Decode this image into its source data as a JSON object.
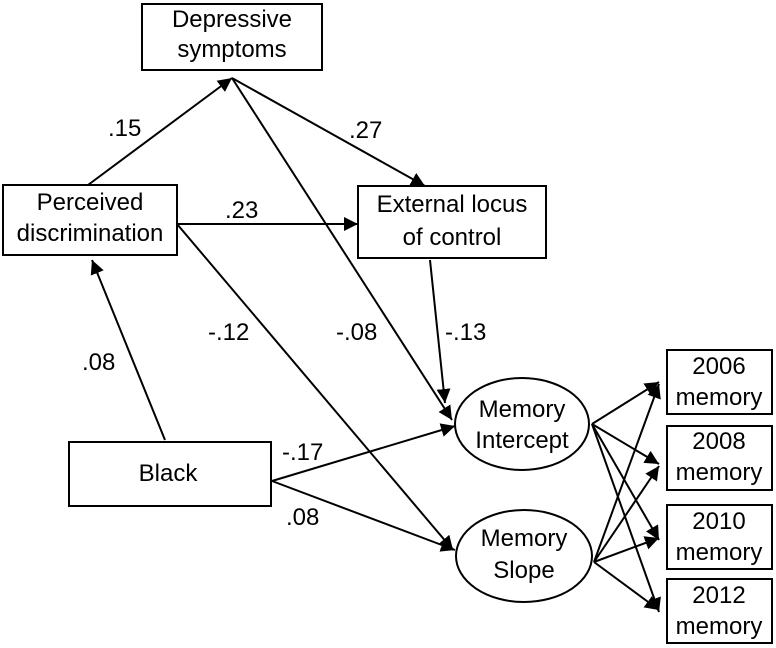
{
  "nodes": {
    "depressive": {
      "line1": "Depressive",
      "line2": "symptoms"
    },
    "perceived": {
      "line1": "Perceived",
      "line2": "discrimination"
    },
    "external": {
      "line1": "External locus",
      "line2": "of control"
    },
    "black": {
      "line1": "Black"
    },
    "intercept": {
      "line1": "Memory",
      "line2": "Intercept"
    },
    "slope": {
      "line1": "Memory",
      "line2": "Slope"
    },
    "m2006": {
      "line1": "2006",
      "line2": "memory"
    },
    "m2008": {
      "line1": "2008",
      "line2": "memory"
    },
    "m2010": {
      "line1": "2010",
      "line2": "memory"
    },
    "m2012": {
      "line1": "2012",
      "line2": "memory"
    }
  },
  "coefficients": {
    "perceived_to_depressive": ".15",
    "depressive_to_external": ".27",
    "perceived_to_external": ".23",
    "black_to_perceived": ".08",
    "perceived_to_slope": "-.12",
    "depressive_to_intercept": "-.08",
    "external_to_intercept": "-.13",
    "black_to_intercept": "-.17",
    "black_to_slope": ".08"
  },
  "colors": {
    "stroke": "#000000",
    "background": "#ffffff"
  }
}
